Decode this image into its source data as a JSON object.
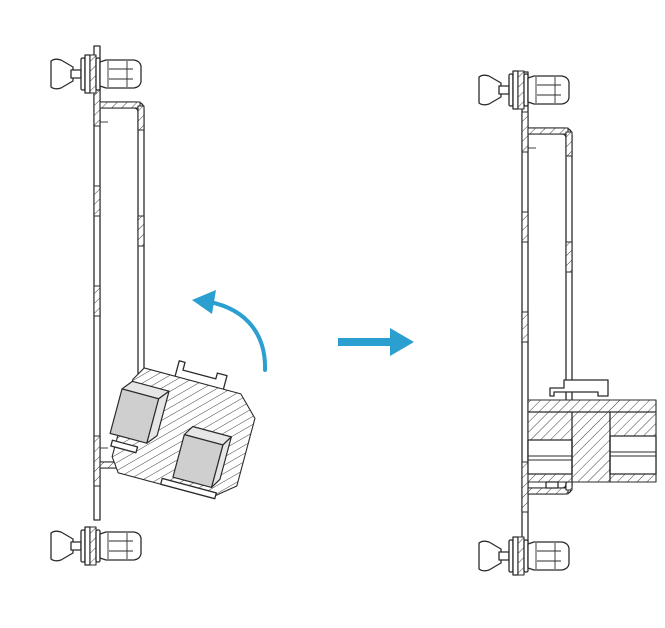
{
  "diagram": {
    "panels": [
      {
        "id": "before",
        "state": "module tilted, being rotated into rail"
      },
      {
        "id": "after",
        "state": "module seated on rail"
      }
    ],
    "arrows": [
      {
        "id": "rotation-arrow",
        "icon": "curved-arrow-icon",
        "color": "#2a9fd0"
      },
      {
        "id": "transition-arrow",
        "icon": "right-arrow-icon",
        "color": "#2a9fd0"
      }
    ],
    "colors": {
      "accent": "#2a9fd0",
      "line": "#2b2b2b",
      "face": "#cfcfcf"
    }
  }
}
